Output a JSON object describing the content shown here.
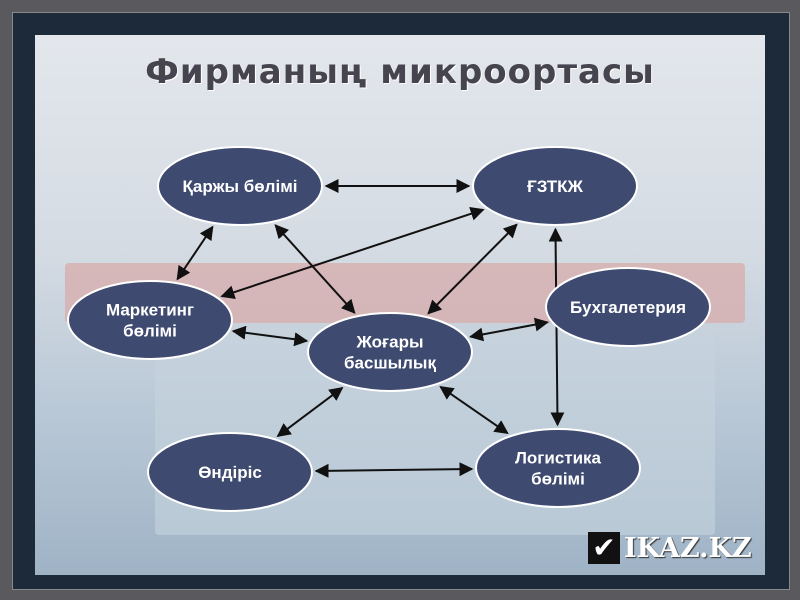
{
  "title": "Фирманың  микроортасы",
  "logo": {
    "text": "IKAZ.KZ",
    "icon": "checkmark-icon"
  },
  "colors": {
    "node_fill": "#3e4a70",
    "node_stroke": "#ffffff",
    "arrow": "#111111",
    "title": "#45444f"
  },
  "nodes": [
    {
      "id": "finance",
      "lines": [
        "Қаржы бөлімі"
      ]
    },
    {
      "id": "rnd",
      "lines": [
        "ҒЗТКЖ"
      ]
    },
    {
      "id": "marketing",
      "lines": [
        "Маркетинг",
        "бөлімі"
      ]
    },
    {
      "id": "accounting",
      "lines": [
        "Бухгалетерия"
      ]
    },
    {
      "id": "management",
      "lines": [
        "Жоғары",
        "басшылық"
      ]
    },
    {
      "id": "production",
      "lines": [
        "Өндіріс"
      ]
    },
    {
      "id": "logistics",
      "lines": [
        "Логистика",
        "бөлімі"
      ]
    }
  ],
  "edges": [
    [
      "finance",
      "rnd"
    ],
    [
      "finance",
      "marketing"
    ],
    [
      "finance",
      "management"
    ],
    [
      "rnd",
      "marketing"
    ],
    [
      "rnd",
      "management"
    ],
    [
      "rnd",
      "logistics"
    ],
    [
      "marketing",
      "management"
    ],
    [
      "accounting",
      "management"
    ],
    [
      "management",
      "production"
    ],
    [
      "management",
      "logistics"
    ],
    [
      "production",
      "logistics"
    ]
  ]
}
